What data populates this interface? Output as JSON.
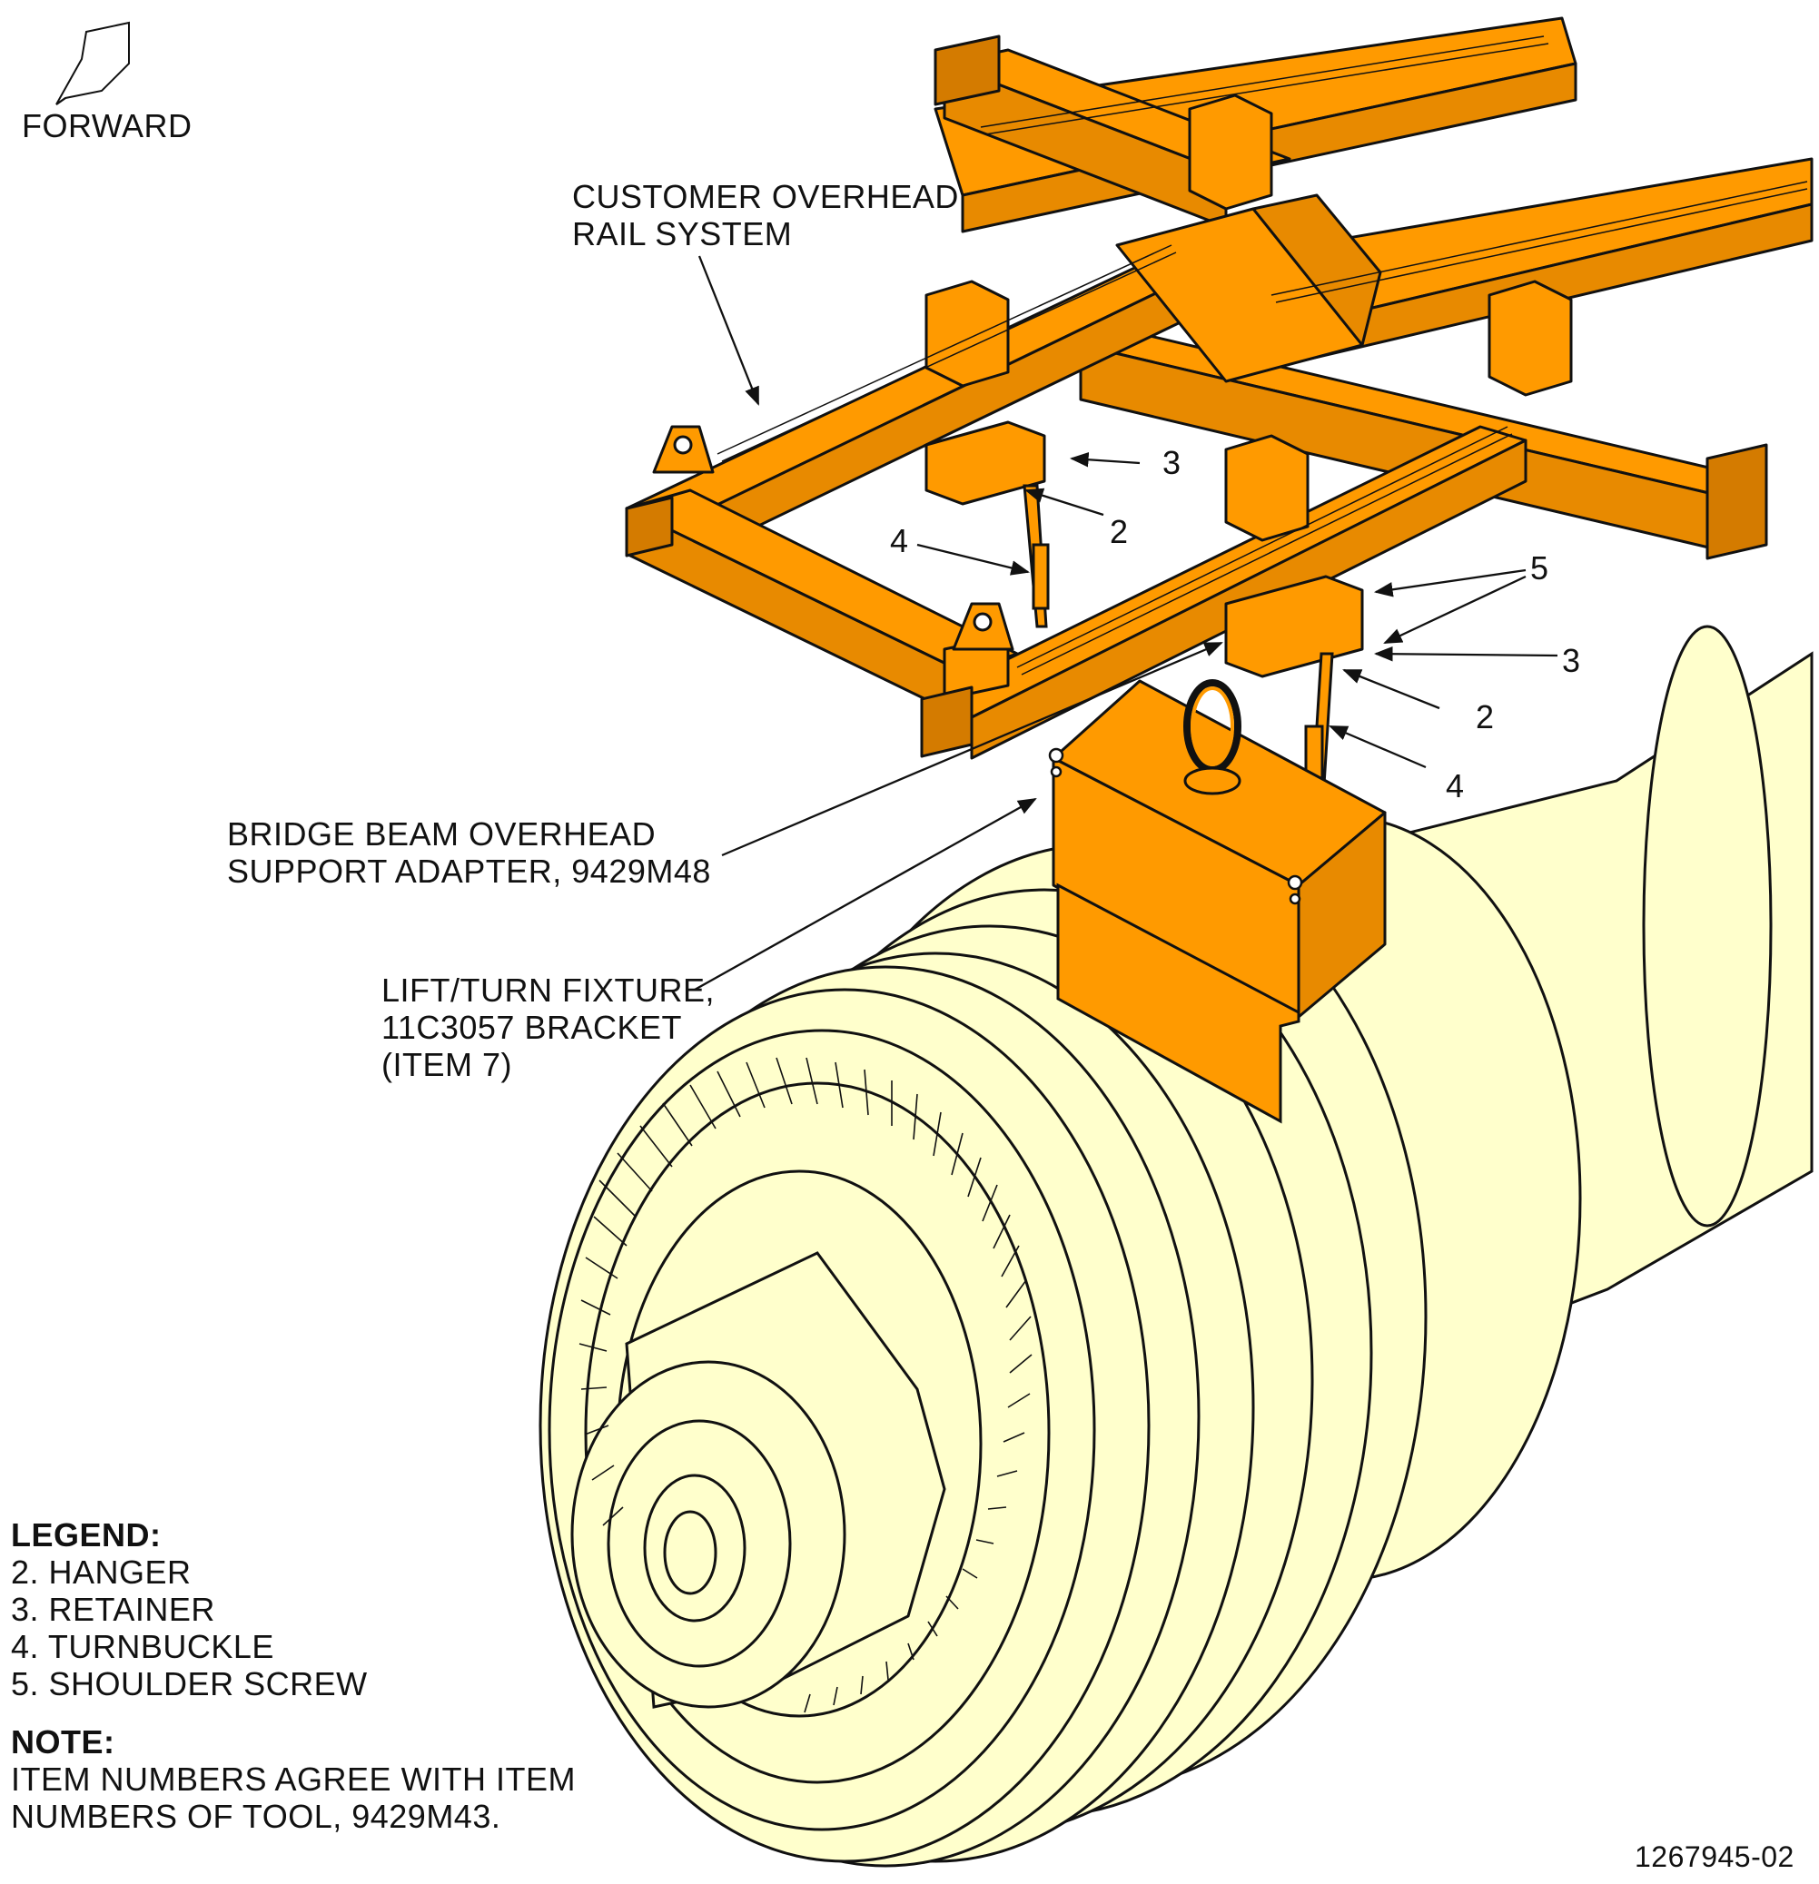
{
  "orientation": {
    "label": "FORWARD"
  },
  "labels": {
    "rail_system": [
      "CUSTOMER OVERHEAD",
      "RAIL SYSTEM"
    ],
    "adapter": [
      "BRIDGE BEAM OVERHEAD",
      "SUPPORT ADAPTER, 9429M48"
    ],
    "fixture": [
      "LIFT/TURN FIXTURE,",
      "11C3057 BRACKET",
      "(ITEM 7)"
    ]
  },
  "callouts": {
    "retainer_upper": "3",
    "hanger_upper": "2",
    "turnbuckle_upper": "4",
    "shoulder_screw": "5",
    "retainer_lower": "3",
    "hanger_lower": "2",
    "turnbuckle_lower": "4"
  },
  "legend": {
    "title": "LEGEND:",
    "items": [
      "2. HANGER",
      "3. RETAINER",
      "4. TURNBUCKLE",
      "5. SHOULDER SCREW"
    ]
  },
  "note": {
    "title": "NOTE:",
    "lines": [
      "ITEM NUMBERS AGREE WITH ITEM",
      "NUMBERS OF TOOL, 9429M43."
    ]
  },
  "drawing_number": "1267945-02",
  "colors": {
    "tooling": "#FF9A00",
    "engine": "#FFFFCC",
    "line": "#111111"
  }
}
